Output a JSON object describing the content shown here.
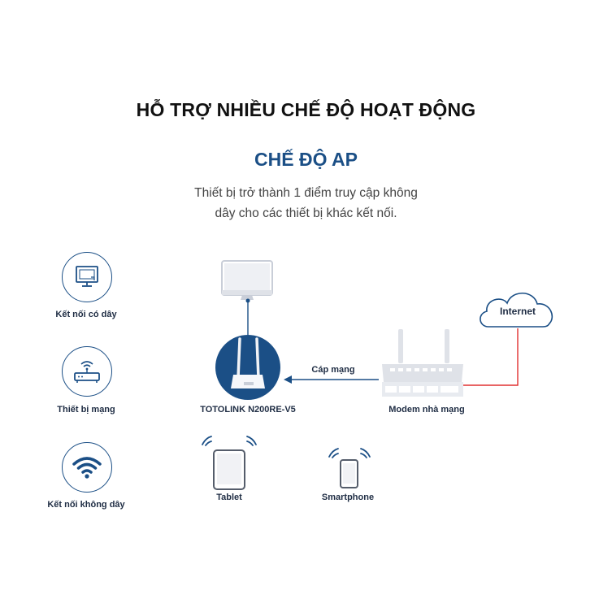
{
  "header": {
    "title": "HỖ TRỢ NHIỀU CHẾ ĐỘ HOẠT ĐỘNG",
    "mode_title": "CHẾ ĐỘ AP",
    "description_line1": "Thiết bị trở thành 1 điểm truy cập không",
    "description_line2": "dây cho các thiết bị khác kết nối."
  },
  "legend": [
    {
      "label": "Kết nối có dây",
      "icon": "wired-monitor-icon"
    },
    {
      "label": "Thiết bị mạng",
      "icon": "network-device-icon"
    },
    {
      "label": "Kết nối không dây",
      "icon": "wifi-icon"
    }
  ],
  "diagram": {
    "router_label": "TOTOLINK N200RE-V5",
    "modem_label": "Modem nhà mạng",
    "cloud_label": "Internet",
    "cable_label": "Cáp mạng",
    "tablet_label": "Tablet",
    "smartphone_label": "Smartphone"
  },
  "colors": {
    "primary": "#1b4f86",
    "internet_link": "#e03030",
    "device_gray": "#d9dde5"
  }
}
